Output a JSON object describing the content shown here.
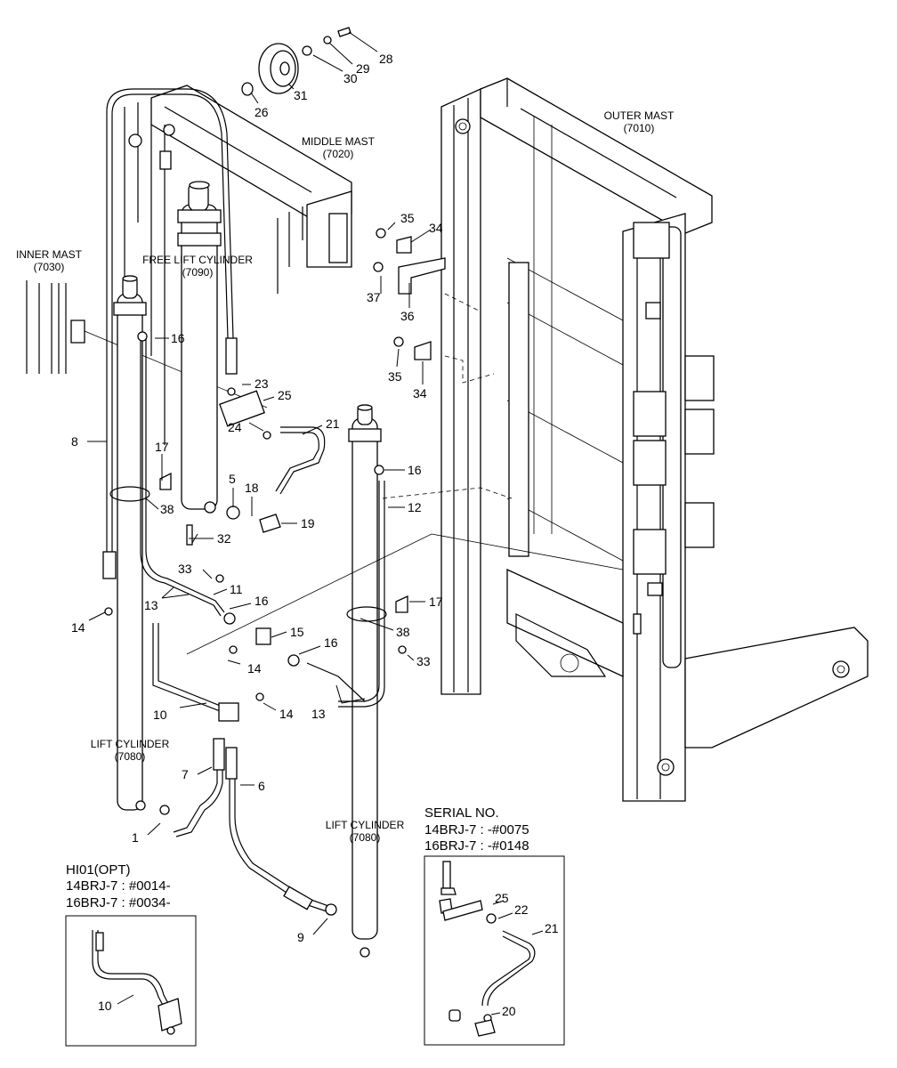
{
  "assemblies": {
    "outer_mast": {
      "name": "OUTER MAST",
      "code": "(7010)"
    },
    "middle_mast": {
      "name": "MIDDLE MAST",
      "code": "(7020)"
    },
    "inner_mast": {
      "name": "INNER MAST",
      "code": "(7030)"
    },
    "free_lift_cylinder": {
      "name": "FREE LIFT CYLINDER",
      "code": "(7090)"
    },
    "lift_cylinder_left": {
      "name": "LIFT CYLINDER",
      "code": "(7080)"
    },
    "lift_cylinder_right": {
      "name": "LIFT CYLINDER",
      "code": "(7080)"
    }
  },
  "parts": {
    "p1": "1",
    "p5": "5",
    "p6": "6",
    "p7": "7",
    "p8": "8",
    "p9": "9",
    "p10": "10",
    "p11": "11",
    "p12": "12",
    "p13a": "13",
    "p13b": "13",
    "p14a": "14",
    "p14b": "14",
    "p14c": "14",
    "p15": "15",
    "p16a": "16",
    "p16b": "16",
    "p16c": "16",
    "p16d": "16",
    "p17a": "17",
    "p17b": "17",
    "p18": "18",
    "p19": "19",
    "p21": "21",
    "p23": "23",
    "p24": "24",
    "p25": "25",
    "p26": "26",
    "p28": "28",
    "p29": "29",
    "p30": "30",
    "p31": "31",
    "p32": "32",
    "p33a": "33",
    "p33b": "33",
    "p34a": "34",
    "p34b": "34",
    "p35a": "35",
    "p35b": "35",
    "p36": "36",
    "p37": "37",
    "p38a": "38",
    "p38b": "38"
  },
  "inset_optional": {
    "title": "HI01(OPT)",
    "line1": "14BRJ-7 : #0014-",
    "line2": "16BRJ-7 : #0034-",
    "parts": {
      "p10": "10"
    }
  },
  "inset_serial": {
    "title": "SERIAL NO.",
    "line1": "14BRJ-7 : -#0075",
    "line2": "16BRJ-7 : -#0148",
    "parts": {
      "p25": "25",
      "p22": "22",
      "p21": "21",
      "p20": "20"
    }
  }
}
